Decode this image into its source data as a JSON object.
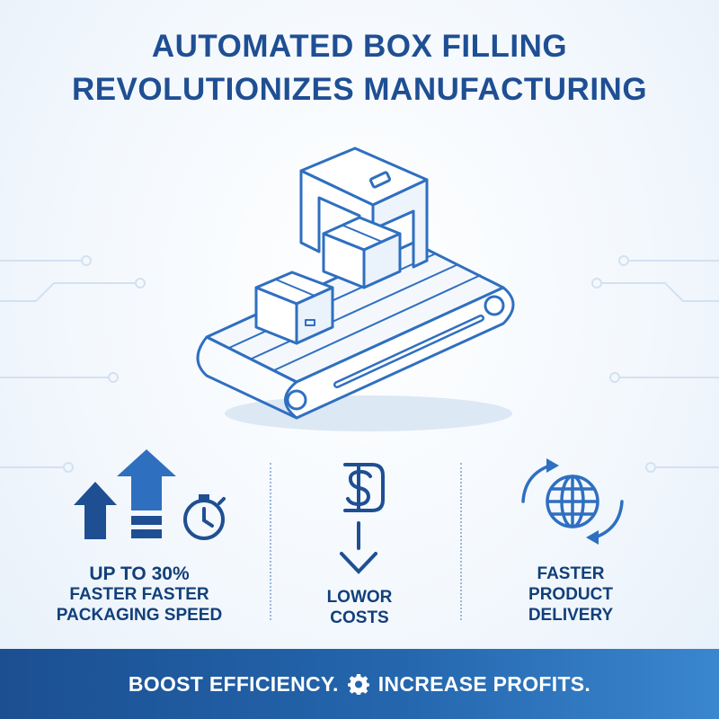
{
  "headline": {
    "line1": "AUTOMATED BOX FILLING",
    "line2": "REVOLUTIONIZES MANUFACTURING"
  },
  "stats": [
    {
      "prefix": "UP TO ",
      "highlight": "30%",
      "line2": "FASTER FASTER",
      "line3": "PACKAGING SPEED",
      "icon": "speed-arrows-stopwatch-icon"
    },
    {
      "line1": "LOWOR",
      "line2": "COSTS",
      "icon": "dollar-down-arrow-icon"
    },
    {
      "line1": "FASTER",
      "line2": "PRODUCT",
      "line3": "DELIVERY",
      "icon": "globe-cycle-icon"
    }
  ],
  "banner": {
    "left": "BOOST EFFICIENCY.",
    "right": "INCREASE PROFITS.",
    "icon": "gear-icon"
  },
  "colors": {
    "primary": "#1f4f93",
    "accent": "#2f6fc0",
    "banner_start": "#1b4f92",
    "banner_end": "#3a86cf",
    "background": "#eef4fb"
  }
}
